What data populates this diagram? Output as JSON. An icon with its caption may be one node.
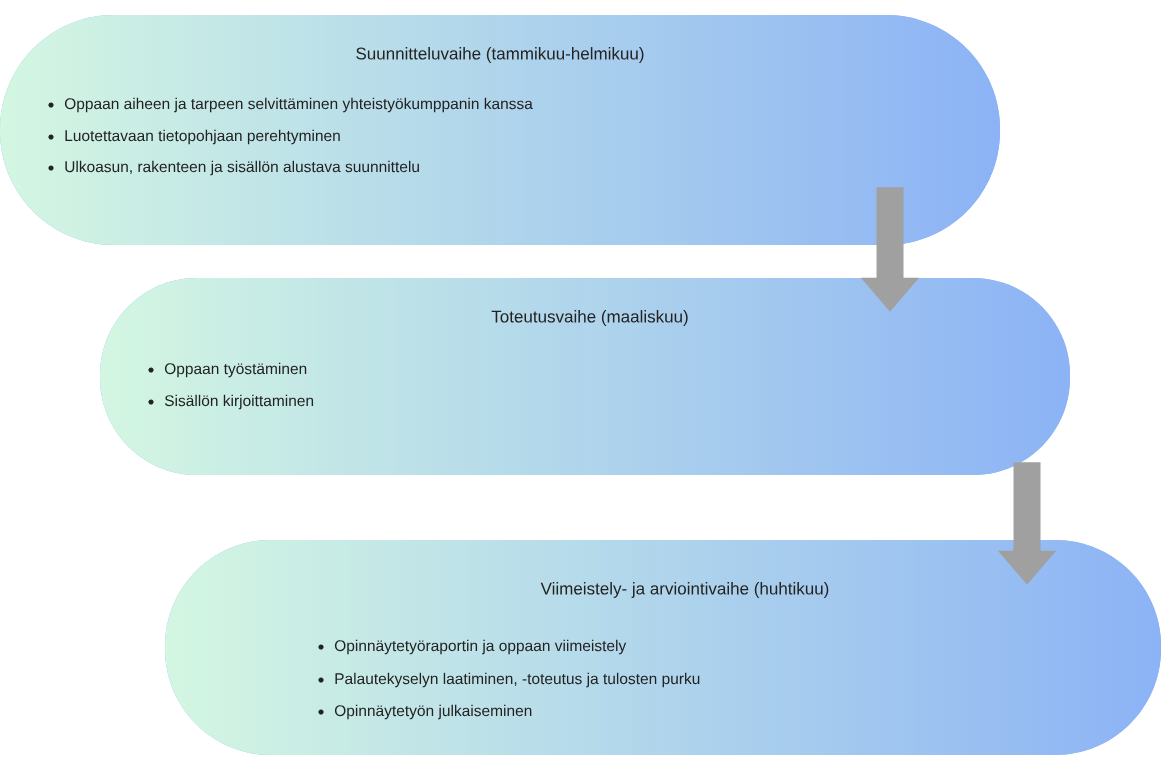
{
  "diagram": {
    "nodes": [
      {
        "text": [
          "Suunnitteluvaihe (tammikuu-helmikuu)",
          "Oppaan aiheen ja tarpeen selvittäminen yhteistyökumppanin kanssa",
          "Luotettavaan tietopohjaan perehtyminen",
          "Ulkoasun, rakenteen ja sisällön alustava suunnittelu"
        ]
      },
      {
        "text": [
          "Toteutusvaihe (maaliskuu)",
          "Oppaan työstäminen",
          "Sisällön kirjoittaminen"
        ]
      },
      {
        "text": [
          "Viimeistely- ja arviointivaihe (huhtikuu)",
          "Opinnäytetyöraportin ja oppaan viimeistely",
          "Palautekyselyn laatiminen, -toteutus ja tulosten purku",
          "Opinnäytetyön julkaiseminen"
        ]
      }
    ],
    "edges": [
      {
        "from": 0,
        "to": 1,
        "arrow": "to"
      },
      {
        "from": 1,
        "to": 2,
        "arrow": "to"
      }
    ]
  }
}
